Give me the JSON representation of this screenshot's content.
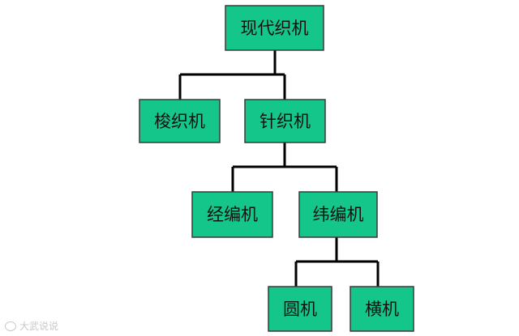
{
  "diagram": {
    "type": "tree",
    "root": {
      "label": "现代织机",
      "children": [
        {
          "label": "梭织机",
          "children": []
        },
        {
          "label": "针织机",
          "children": [
            {
              "label": "经编机",
              "children": []
            },
            {
              "label": "纬编机",
              "children": [
                {
                  "label": "圆机",
                  "children": []
                },
                {
                  "label": "横机",
                  "children": []
                }
              ]
            }
          ]
        }
      ]
    },
    "node_color": "#14c68a",
    "edge_color": "#000000"
  },
  "watermark": {
    "text": "大武说说"
  }
}
